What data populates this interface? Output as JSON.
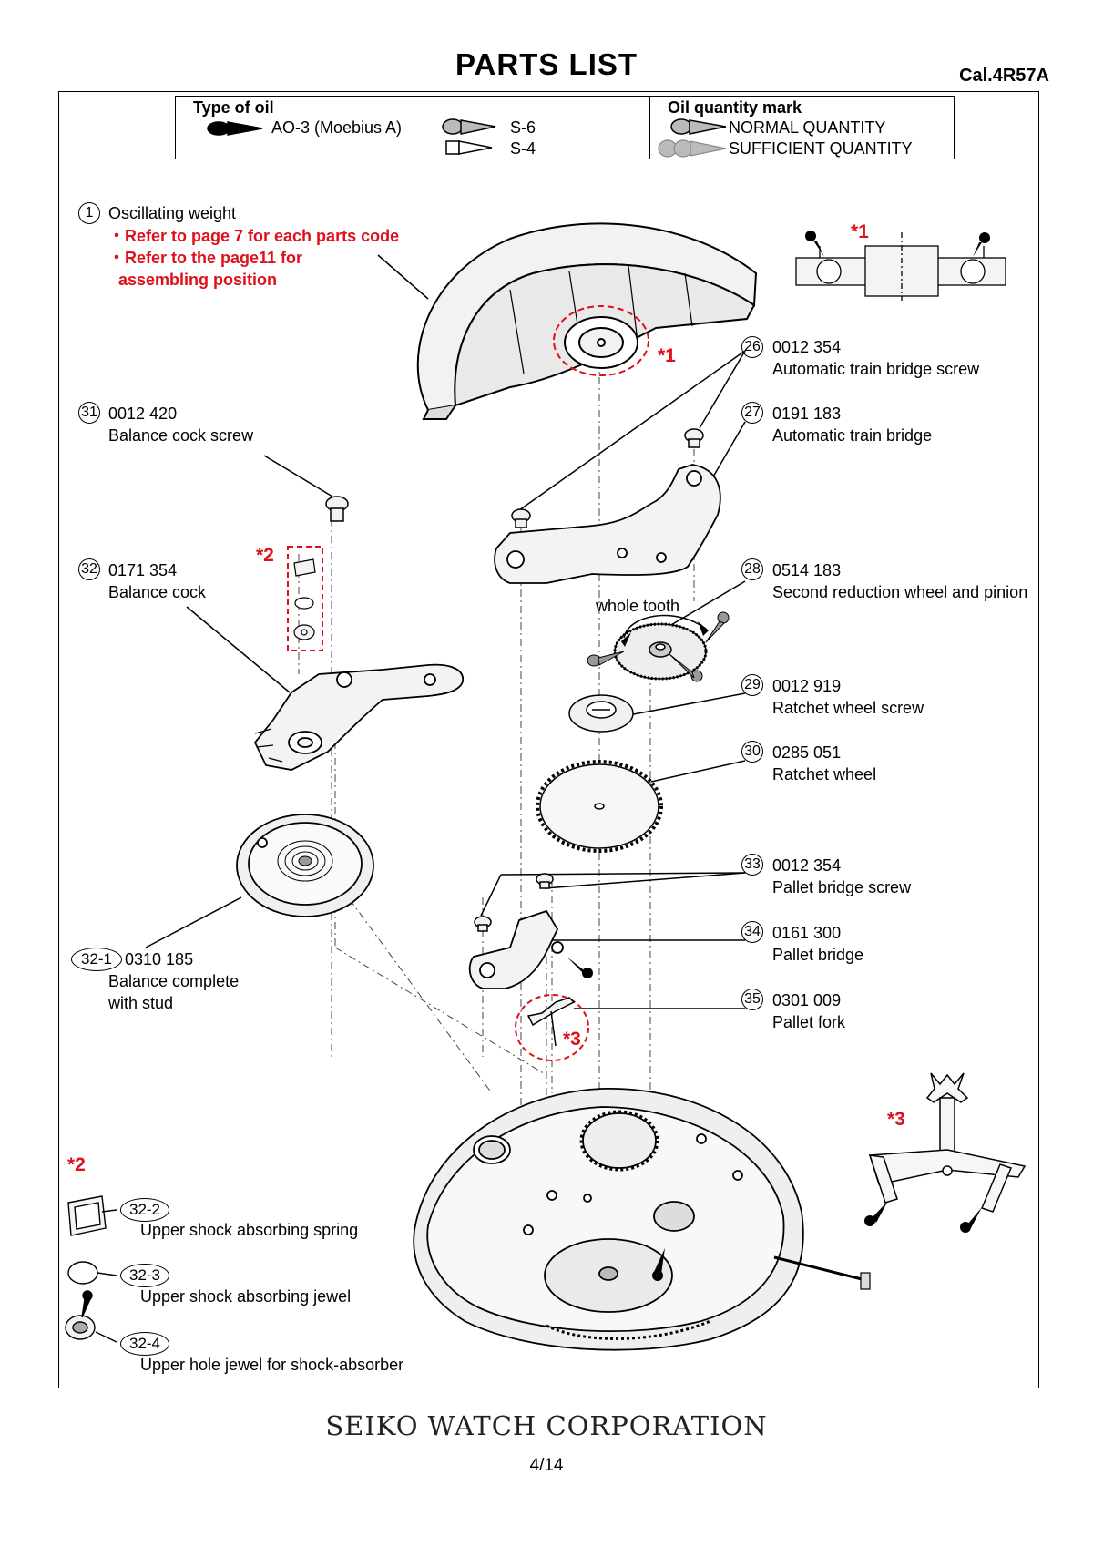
{
  "header": {
    "title": "PARTS  LIST",
    "caliber": "Cal.4R57A"
  },
  "legend": {
    "oil_type_heading": "Type of oil",
    "oil_ao3": "AO-3 (Moebius A)",
    "oil_s6": "S-6",
    "oil_s4": "S-4",
    "quantity_heading": "Oil quantity mark",
    "normal_quantity": "NORMAL QUANTITY",
    "sufficient_quantity": "SUFFICIENT QUANTITY"
  },
  "parts": {
    "p1": {
      "num": "1",
      "name": "Oscillating weight",
      "note1": "・Refer to page 7 for each parts code",
      "note2": "・Refer to the page11 for",
      "note3": "assembling position"
    },
    "p26": {
      "num": "26",
      "code": "0012 354",
      "name": "Automatic train bridge screw"
    },
    "p27": {
      "num": "27",
      "code": "0191 183",
      "name": "Automatic train bridge"
    },
    "p28": {
      "num": "28",
      "code": "0514 183",
      "name": "Second reduction wheel and pinion"
    },
    "p29": {
      "num": "29",
      "code": "0012 919",
      "name": "Ratchet wheel screw"
    },
    "p30": {
      "num": "30",
      "code": "0285 051",
      "name": "Ratchet wheel"
    },
    "p31": {
      "num": "31",
      "code": "0012 420",
      "name": "Balance cock screw"
    },
    "p32": {
      "num": "32",
      "code": "0171 354",
      "name": "Balance cock"
    },
    "p32_1": {
      "num": "32-1",
      "code": "0310 185",
      "name": "Balance complete",
      "name2": "with stud"
    },
    "p32_2": {
      "num": "32-2",
      "name": "Upper shock absorbing spring"
    },
    "p32_3": {
      "num": "32-3",
      "name": "Upper shock absorbing jewel"
    },
    "p32_4": {
      "num": "32-4",
      "name": "Upper hole jewel for shock-absorber"
    },
    "p33": {
      "num": "33",
      "code": "0012 354",
      "name": "Pallet bridge screw"
    },
    "p34": {
      "num": "34",
      "code": "0161 300",
      "name": "Pallet bridge"
    },
    "p35": {
      "num": "35",
      "code": "0301 009",
      "name": "Pallet fork"
    }
  },
  "markers": {
    "m1": "*1",
    "m2": "*2",
    "m3": "*3",
    "whole_tooth": "whole tooth"
  },
  "footer": {
    "corporation": "SEIKO WATCH CORPORATION",
    "page": "4/14"
  },
  "colors": {
    "accent_red": "#e0101a",
    "line": "#000000",
    "part_fill": "#f2f2f2"
  }
}
